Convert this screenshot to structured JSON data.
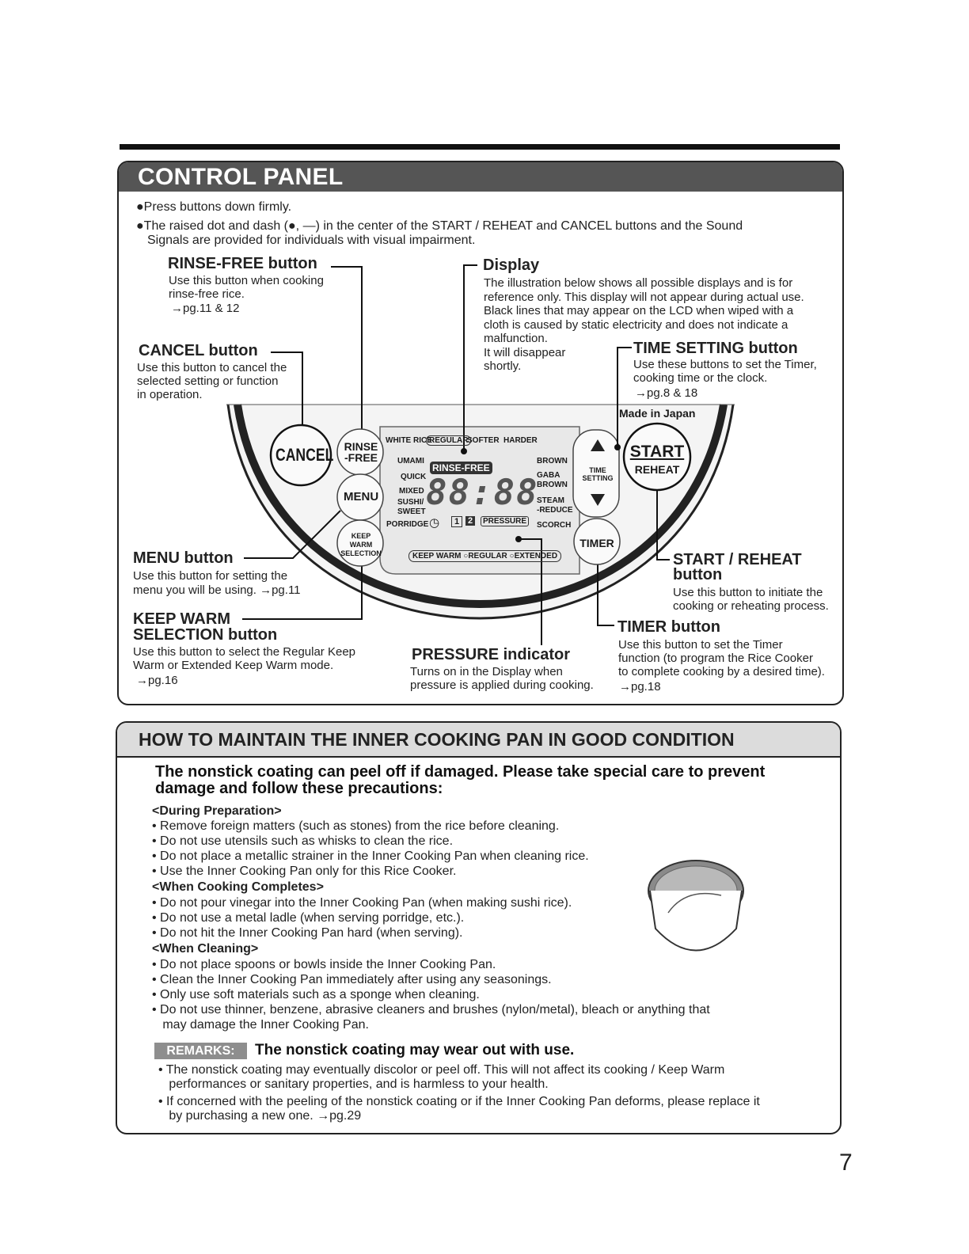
{
  "control_panel": {
    "title": "CONTROL PANEL",
    "bullets": [
      "Press buttons down firmly.",
      "The raised dot and dash (●, —) in the center of the START / REHEAT and CANCEL buttons and the Sound",
      "Signals are provided for individuals with visual impairment."
    ],
    "rinse_free": {
      "heading": "RINSE-FREE button",
      "lines": [
        "Use this button when cooking",
        "rinse-free rice.",
        "→pg.11 & 12"
      ]
    },
    "cancel": {
      "heading": "CANCEL button",
      "lines": [
        "Use this button to cancel the",
        "selected setting or function",
        "in operation."
      ]
    },
    "display": {
      "heading": "Display",
      "lines": [
        "The illustration below shows all possible displays and is for",
        "reference only. This display will not appear during actual use.",
        "Black lines that may appear on the LCD when wiped with a",
        "cloth is caused by static electricity and does not indicate a",
        "malfunction.",
        "It will disappear",
        "shortly."
      ]
    },
    "time_setting": {
      "heading": "TIME SETTING button",
      "lines": [
        "Use these buttons to set the Timer,",
        "cooking time or the clock.",
        "→pg.8 & 18"
      ]
    },
    "menu": {
      "heading": "MENU button",
      "lines": [
        "Use this button for setting the",
        "menu you will be using. →pg.11"
      ]
    },
    "keep_warm": {
      "heading1": "KEEP WARM",
      "heading2": "SELECTION button",
      "lines": [
        "Use this button to select the Regular Keep",
        "Warm or Extended Keep Warm mode.",
        "→pg.16"
      ]
    },
    "pressure": {
      "heading": "PRESSURE indicator",
      "lines": [
        "Turns on in the Display when",
        "pressure is applied during cooking."
      ]
    },
    "start": {
      "heading1": "START / REHEAT",
      "heading2": "button",
      "lines": [
        "Use this button to initiate the",
        "cooking or reheating process."
      ]
    },
    "timer": {
      "heading": "TIMER button",
      "lines": [
        "Use this button to set the Timer",
        "function (to program the Rice Cooker",
        "to complete cooking by a desired time).",
        "→pg.18"
      ]
    },
    "panel": {
      "made_in": "Made in Japan",
      "cancel": "CANCEL",
      "rinse1": "RINSE",
      "rinse2": "-FREE",
      "menu": "MENU",
      "kw1": "KEEP WARM",
      "kw2": "SELECTION",
      "start": "START",
      "reheat": "REHEAT",
      "time1": "TIME",
      "time2": "SETTING",
      "timer": "TIMER",
      "lcd": {
        "white_rice": "WHITE RICE",
        "regular": "REGULAR",
        "softer": "SOFTER",
        "harder": "HARDER",
        "umami": "UMAMI",
        "quick": "QUICK",
        "mixed": "MIXED",
        "sushi": "SUSHI/",
        "sweet": "SWEET",
        "porridge": "PORRIDGE",
        "rinse_free": "RINSE-FREE",
        "digits": "88:88",
        "brown": "BROWN",
        "gaba": "GABA",
        "gaba_brown": "BROWN",
        "steam": "STEAM",
        "reduce": "-REDUCE",
        "scorch": "SCORCH",
        "one": "1",
        "two": "2",
        "pressure": "PRESSURE",
        "keep_warm": "KEEP WARM",
        "kw_regular": "○REGULAR",
        "kw_extended": "○EXTENDED"
      }
    }
  },
  "maintain": {
    "title": "HOW TO MAINTAIN THE INNER COOKING PAN IN GOOD CONDITION",
    "lead1": "The nonstick coating can peel off if damaged. Please take special care to prevent",
    "lead2": "damage and follow these precautions:",
    "prep_head": "<During Preparation>",
    "prep": [
      "• Remove foreign matters (such as stones) from the rice before cleaning.",
      "• Do not use utensils such as whisks to clean the rice.",
      "• Do not place a metallic strainer in the Inner Cooking Pan when cleaning rice.",
      "• Use the Inner Cooking Pan only for this Rice Cooker."
    ],
    "cook_head": "<When Cooking Completes>",
    "cook": [
      "• Do not pour vinegar into the Inner Cooking Pan (when making sushi rice).",
      "• Do not use a metal ladle (when serving porridge, etc.).",
      "• Do not hit the Inner Cooking Pan hard (when serving)."
    ],
    "clean_head": "<When Cleaning>",
    "clean": [
      "• Do not place spoons or bowls inside the Inner Cooking Pan.",
      "• Clean the Inner Cooking Pan immediately after using any seasonings.",
      "• Only use soft materials such as a sponge when cleaning.",
      "• Do not use thinner, benzene, abrasive cleaners and brushes (nylon/metal), bleach or anything that",
      "   may damage the Inner Cooking Pan."
    ],
    "remarks_tag": "REMARKS:",
    "remarks_head": "The nonstick coating may wear out with use.",
    "remarks": [
      "• The nonstick coating may eventually discolor or peel off. This will not affect its cooking / Keep Warm",
      "   performances or sanitary properties, and is harmless to your health.",
      "• If concerned with the peeling of the nonstick coating or if the Inner Cooking Pan deforms, please replace it",
      "   by purchasing a new one. →pg.29"
    ]
  },
  "page_number": "7"
}
